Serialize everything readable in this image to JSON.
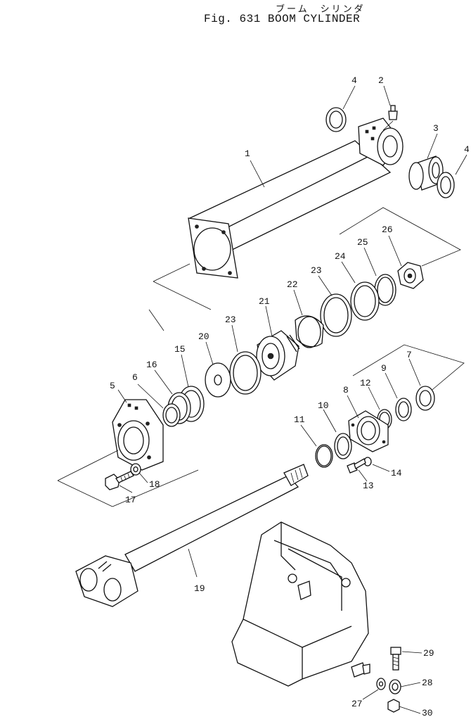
{
  "title": {
    "jp": "ブーム　シリンダ",
    "en": "Fig. 631 BOOM CYLINDER"
  },
  "callouts": [
    "1",
    "2",
    "3",
    "4",
    "4",
    "5",
    "6",
    "7",
    "8",
    "9",
    "10",
    "11",
    "12",
    "13",
    "14",
    "15",
    "16",
    "17",
    "18",
    "19",
    "20",
    "21",
    "22",
    "23",
    "23",
    "24",
    "25",
    "26",
    "27",
    "28",
    "29",
    "30"
  ]
}
